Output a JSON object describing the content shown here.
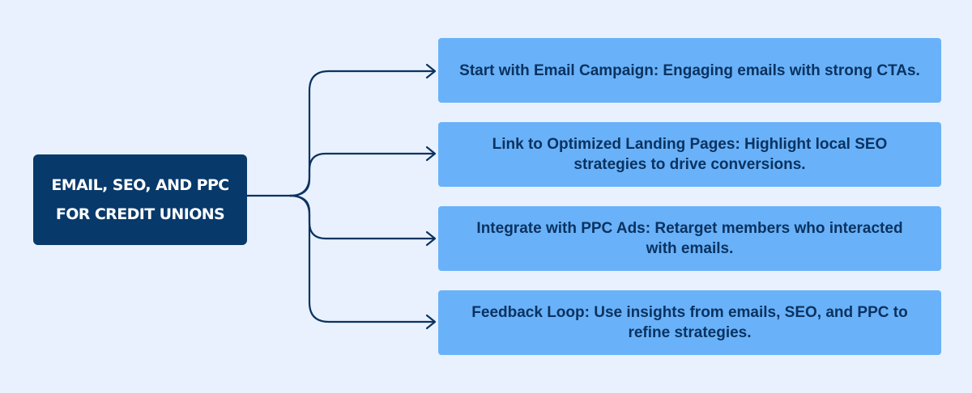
{
  "diagram": {
    "root": {
      "label": "EMAIL, SEO, AND PPC\nFOR CREDIT UNIONS"
    },
    "branches": [
      {
        "label": "Start with Email Campaign: Engaging emails with strong CTAs."
      },
      {
        "label": "Link to Optimized Landing Pages: Highlight local SEO strategies to drive conversions."
      },
      {
        "label": "Integrate with PPC Ads: Retarget members who interacted with emails."
      },
      {
        "label": "Feedback Loop: Use insights from emails, SEO, and PPC to refine strategies."
      }
    ]
  },
  "colors": {
    "background": "#e8f1fd",
    "root_fill": "#07396a",
    "branch_fill": "#69b2f9",
    "connector": "#0b3260"
  }
}
